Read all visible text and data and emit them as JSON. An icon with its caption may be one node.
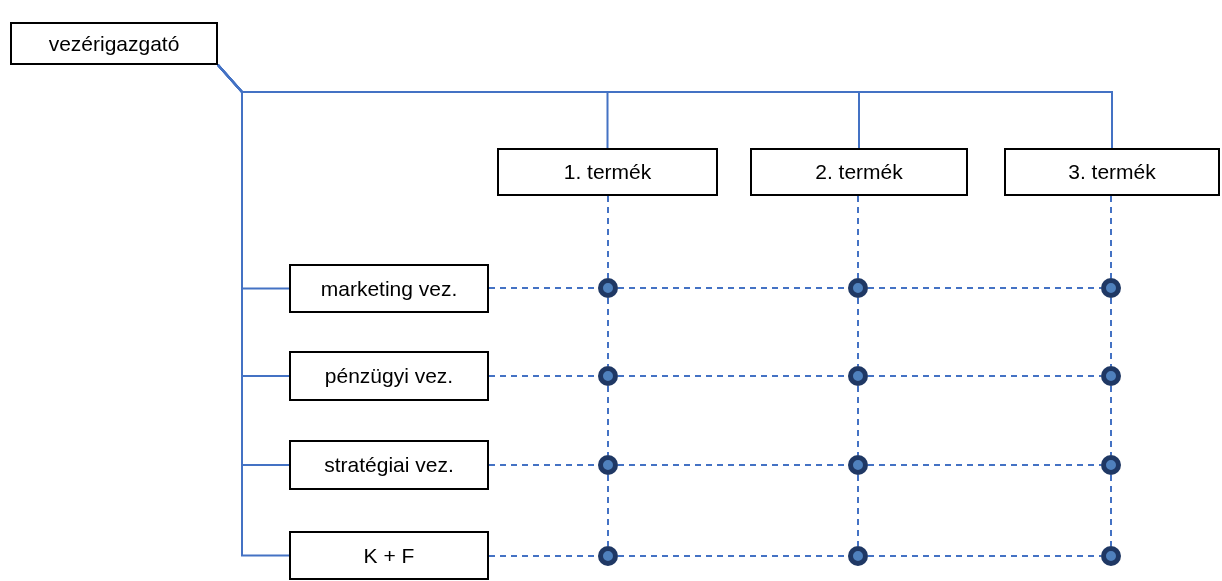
{
  "diagram": {
    "nodes": [
      {
        "text": [
          "vezérigazgató"
        ]
      },
      {
        "text": [
          "1. termék"
        ]
      },
      {
        "text": [
          "2. termék"
        ]
      },
      {
        "text": [
          "3. termék"
        ]
      },
      {
        "text": [
          "marketing vez."
        ]
      },
      {
        "text": [
          "pénzügyi vez."
        ]
      },
      {
        "text": [
          "stratégiai vez."
        ]
      },
      {
        "text": [
          "K + F"
        ]
      },
      {
        "text": [],
        "shape": "circle"
      },
      {
        "text": [],
        "shape": "circle"
      },
      {
        "text": [],
        "shape": "circle"
      },
      {
        "text": [],
        "shape": "circle"
      },
      {
        "text": [],
        "shape": "circle"
      },
      {
        "text": [],
        "shape": "circle"
      },
      {
        "text": [],
        "shape": "circle"
      },
      {
        "text": [],
        "shape": "circle"
      },
      {
        "text": [],
        "shape": "circle"
      },
      {
        "text": [],
        "shape": "circle"
      },
      {
        "text": [],
        "shape": "circle"
      },
      {
        "text": [],
        "shape": "circle"
      }
    ],
    "edges": [
      {
        "from": 0,
        "to": 1,
        "arrow": "none"
      },
      {
        "from": 0,
        "to": 2,
        "arrow": "none"
      },
      {
        "from": 0,
        "to": 3,
        "arrow": "none"
      },
      {
        "from": 0,
        "to": 4,
        "arrow": "none"
      },
      {
        "from": 0,
        "to": 5,
        "arrow": "none"
      },
      {
        "from": 0,
        "to": 6,
        "arrow": "none"
      },
      {
        "from": 0,
        "to": 7,
        "arrow": "none"
      },
      {
        "from": 1,
        "to": 8,
        "arrow": "none",
        "style": "dashed"
      },
      {
        "from": 2,
        "to": 9,
        "arrow": "none",
        "style": "dashed"
      },
      {
        "from": 3,
        "to": 10,
        "arrow": "none",
        "style": "dashed"
      },
      {
        "from": 8,
        "to": 11,
        "arrow": "none",
        "style": "dashed"
      },
      {
        "from": 9,
        "to": 12,
        "arrow": "none",
        "style": "dashed"
      },
      {
        "from": 10,
        "to": 13,
        "arrow": "none",
        "style": "dashed"
      },
      {
        "from": 11,
        "to": 14,
        "arrow": "none",
        "style": "dashed"
      },
      {
        "from": 12,
        "to": 15,
        "arrow": "none",
        "style": "dashed"
      },
      {
        "from": 13,
        "to": 16,
        "arrow": "none",
        "style": "dashed"
      },
      {
        "from": 14,
        "to": 17,
        "arrow": "none",
        "style": "dashed"
      },
      {
        "from": 15,
        "to": 18,
        "arrow": "none",
        "style": "dashed"
      },
      {
        "from": 16,
        "to": 19,
        "arrow": "none",
        "style": "dashed"
      },
      {
        "from": 4,
        "to": 8,
        "arrow": "none",
        "style": "dashed"
      },
      {
        "from": 8,
        "to": 9,
        "arrow": "none",
        "style": "dashed"
      },
      {
        "from": 9,
        "to": 10,
        "arrow": "none",
        "style": "dashed"
      },
      {
        "from": 5,
        "to": 11,
        "arrow": "none",
        "style": "dashed"
      },
      {
        "from": 11,
        "to": 12,
        "arrow": "none",
        "style": "dashed"
      },
      {
        "from": 12,
        "to": 13,
        "arrow": "none",
        "style": "dashed"
      },
      {
        "from": 6,
        "to": 14,
        "arrow": "none",
        "style": "dashed"
      },
      {
        "from": 14,
        "to": 15,
        "arrow": "none",
        "style": "dashed"
      },
      {
        "from": 15,
        "to": 16,
        "arrow": "none",
        "style": "dashed"
      },
      {
        "from": 7,
        "to": 17,
        "arrow": "none",
        "style": "dashed"
      },
      {
        "from": 17,
        "to": 18,
        "arrow": "none",
        "style": "dashed"
      },
      {
        "from": 18,
        "to": 19,
        "arrow": "none",
        "style": "dashed"
      }
    ]
  }
}
